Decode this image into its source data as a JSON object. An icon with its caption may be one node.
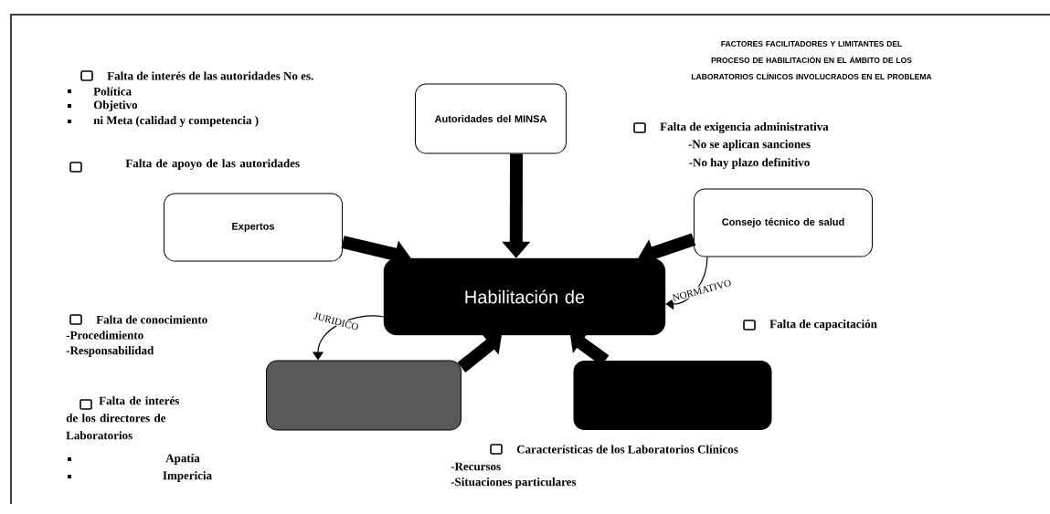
{
  "diagram": {
    "title": "FACTORES FACILITADORES Y LIMITANTES DEL PROCESO DE HABILITACIÓN EN EL ÁMBITO DE LOS LABORATORIOS CLÍNICOS INVOLUCRADOS EN EL PROBLEMA",
    "nodes": [
      {
        "text": [
          "Autoridades del MINSA"
        ]
      },
      {
        "text": [
          "Expertos"
        ]
      },
      {
        "text": [
          "Consejo técnico de salud"
        ]
      },
      {
        "text": [
          "Habilitación de"
        ]
      },
      {
        "text": [],
        "shape": "box"
      },
      {
        "text": [],
        "shape": "box"
      }
    ],
    "edges": [
      {
        "from": 0,
        "to": 3,
        "arrow": "to"
      },
      {
        "from": 1,
        "to": 3,
        "arrow": "to"
      },
      {
        "from": 2,
        "to": 3,
        "arrow": "to"
      },
      {
        "from": 4,
        "to": 3,
        "arrow": "to"
      },
      {
        "from": 5,
        "to": 3,
        "arrow": "to"
      },
      {
        "from": 2,
        "to": 3,
        "arrow": "to",
        "label": "NORMATIVO"
      },
      {
        "from": 3,
        "to": 4,
        "arrow": "to",
        "label": "JURIDICO"
      }
    ],
    "labels": [
      "Falta de interés de las autoridades No es.",
      "Política",
      "Objetivo",
      "ni Meta (calidad y competencia )",
      "Falta de exigencia administrativa",
      "-No se aplican sanciones",
      "-No hay plazo definitivo",
      "Falta de apoyo de las autoridades",
      "Falta de conocimiento",
      "-Procedimiento",
      "-Responsabilidad",
      "Falta de capacitación",
      "Falta de interés de los directores de Laboratorios",
      "Apatía",
      "Impericia",
      "Características de los Laboratorios Clínicos",
      "-Recursos",
      "-Situaciones particulares"
    ]
  }
}
